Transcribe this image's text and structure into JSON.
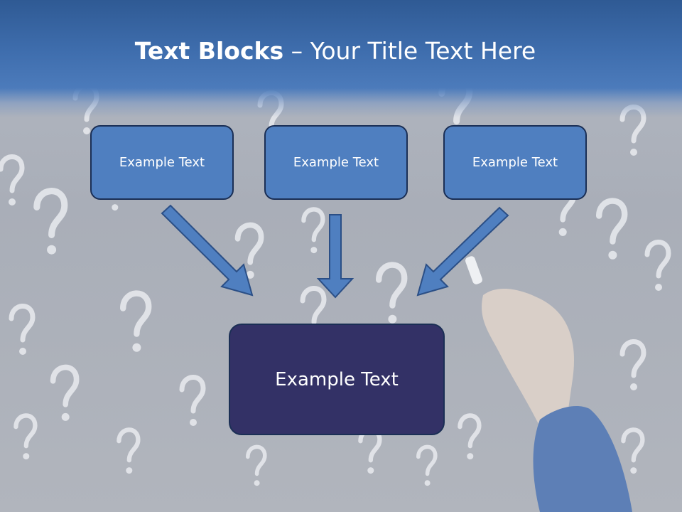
{
  "slide": {
    "title_bold": "Text Blocks",
    "title_dash": " – ",
    "title_rest": "Your Title Text Here",
    "boxes": [
      {
        "label": "Example Text"
      },
      {
        "label": "Example Text"
      },
      {
        "label": "Example Text"
      }
    ],
    "center_box": {
      "label": "Example Text"
    }
  },
  "colors": {
    "header": "#3f6eae",
    "box_fill": "#4f7fc0",
    "box_border": "#1b2f55",
    "center_fill": "#333166",
    "arrow_fill": "#4f7fc0"
  },
  "icons": {
    "background": "question-marks-chalkboard-with-hand-icon",
    "arrows": "down-arrow-icon"
  }
}
